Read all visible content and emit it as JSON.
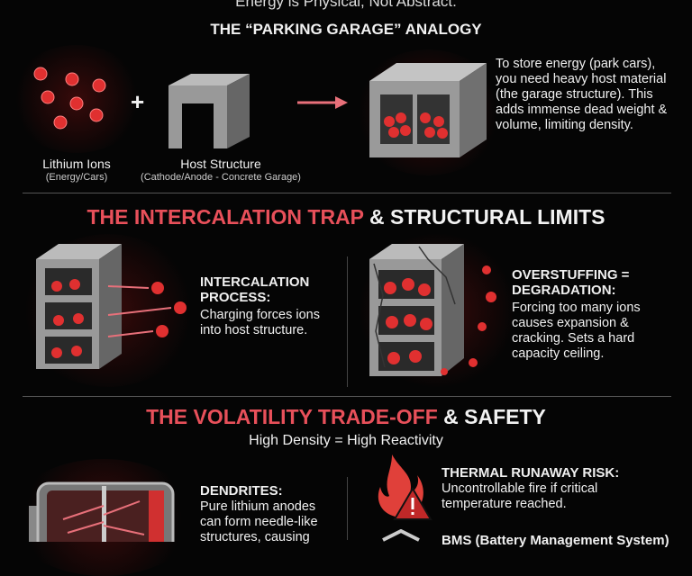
{
  "top_subtitle": "Energy is Physical, Not Abstract.",
  "section1": {
    "title": "THE “PARKING GARAGE” ANALOGY",
    "ions_label": "Lithium Ions",
    "ions_sub": "(Energy/Cars)",
    "plus": "+",
    "host_label": "Host Structure",
    "host_sub": "(Cathode/Anode - Concrete Garage)",
    "description": "To store energy (park cars), you need heavy host material (the garage structure). This adds immense dead weight & volume, limiting density."
  },
  "section2": {
    "title_red": "THE INTERCALATION TRAP",
    "title_white": " & STRUCTURAL LIMITS",
    "left_heading": "INTERCALATION PROCESS:",
    "left_text": "Charging forces ions into host structure.",
    "right_heading": "OVERSTUFFING = DEGRADATION:",
    "right_text": "Forcing too many ions causes expansion & cracking. Sets a hard capacity ceiling."
  },
  "section3": {
    "title_red": "THE VOLATILITY TRADE-OFF",
    "title_white": " & SAFETY",
    "subtitle": "High Density = High Reactivity",
    "dendrites_heading": "DENDRITES:",
    "dendrites_text": "Pure lithium anodes can form needle-like structures, causing",
    "thermal_heading": "THERMAL RUNAWAY RISK:",
    "thermal_text": "Uncontrollable fire if critical temperature reached.",
    "bms_heading": "BMS (Battery Management System)"
  },
  "colors": {
    "accent_red": "#e8505a",
    "background": "#050505",
    "concrete": "#8f8f8f"
  }
}
